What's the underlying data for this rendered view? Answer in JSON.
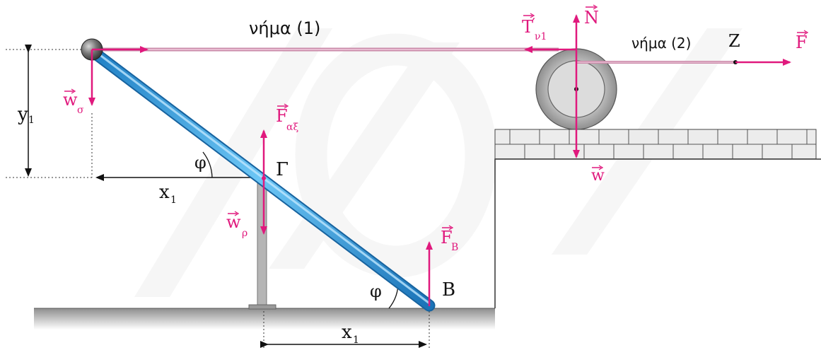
{
  "labels": {
    "thread1": "νήμα (1)",
    "thread2": "νήμα (2)",
    "Z": "Z",
    "F": "F",
    "N": "N",
    "T_base": "T",
    "T_prime": "′",
    "T_sub": "ν1",
    "w": "w",
    "w_sigma_base": "w",
    "w_sigma_sub": "σ",
    "y1_base": "y",
    "y1_sub": "1",
    "F_axis_base": "F",
    "F_axis_sub": "αξ",
    "phi_top": "φ",
    "Gamma": "Γ",
    "x1_left_base": "x",
    "x1_left_sub": "1",
    "w_rho_base": "w",
    "w_rho_sub": "ρ",
    "F_B_base": "F",
    "F_B_sub": "B",
    "B": "B",
    "phi_bottom": "φ",
    "x1_bottom_base": "x",
    "x1_bottom_sub": "1"
  },
  "colors": {
    "force": "#e0197d",
    "rod": "#2f9fe0",
    "ground": "#9a9a9a",
    "watermark": "#eeeeee"
  }
}
